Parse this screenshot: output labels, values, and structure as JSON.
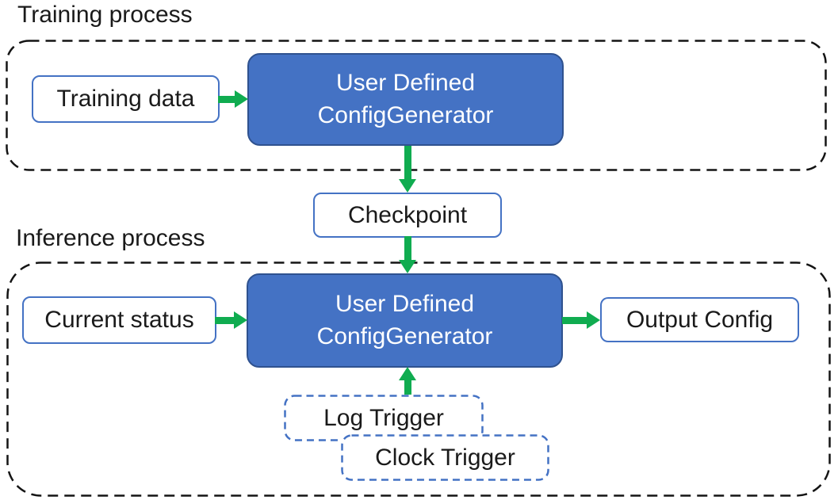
{
  "colors": {
    "accent_blue": "#4472C4",
    "dark_blue": "#2F528F",
    "arrow_green": "#10AC50",
    "outline_black": "#141414",
    "text_dark": "#1a1a1a",
    "box_bg": "#ffffff",
    "node_text_light": "#ffffff"
  },
  "diagram": {
    "training": {
      "label": "Training process",
      "training_data": "Training data",
      "generator": "User Defined\nConfigGenerator"
    },
    "checkpoint": "Checkpoint",
    "inference": {
      "label": "Inference process",
      "current_status": "Current status",
      "generator": "User Defined\nConfigGenerator",
      "output_config": "Output Config",
      "log_trigger": "Log Trigger",
      "clock_trigger": "Clock Trigger"
    }
  }
}
